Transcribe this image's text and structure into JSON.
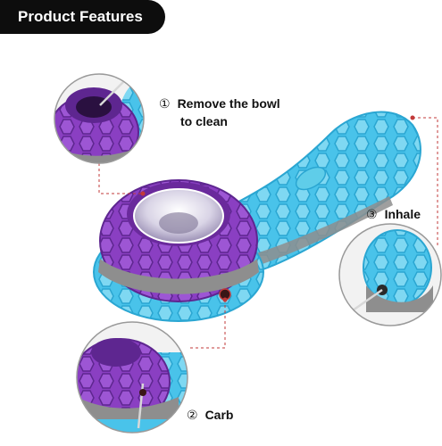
{
  "banner": {
    "title": "Product Features"
  },
  "features": [
    {
      "number": "①",
      "text": "Remove  the bowl",
      "text_line2": "to clean"
    },
    {
      "number": "②",
      "text": "Carb"
    },
    {
      "number": "③",
      "text": "Inhale"
    }
  ],
  "colors": {
    "purple": "#8a3fc2",
    "purple_dark": "#5e2690",
    "blue": "#49c3ea",
    "blue_dark": "#2aa6d2",
    "gray": "#8e8e8e",
    "glass": "#d9d4e6",
    "leader_line": "#c23a3a",
    "banner_bg": "#0d0d0d"
  },
  "icons": [
    "pipe-illustration",
    "zoom-bowl-icon",
    "zoom-carb-icon",
    "zoom-mouthpiece-icon"
  ]
}
